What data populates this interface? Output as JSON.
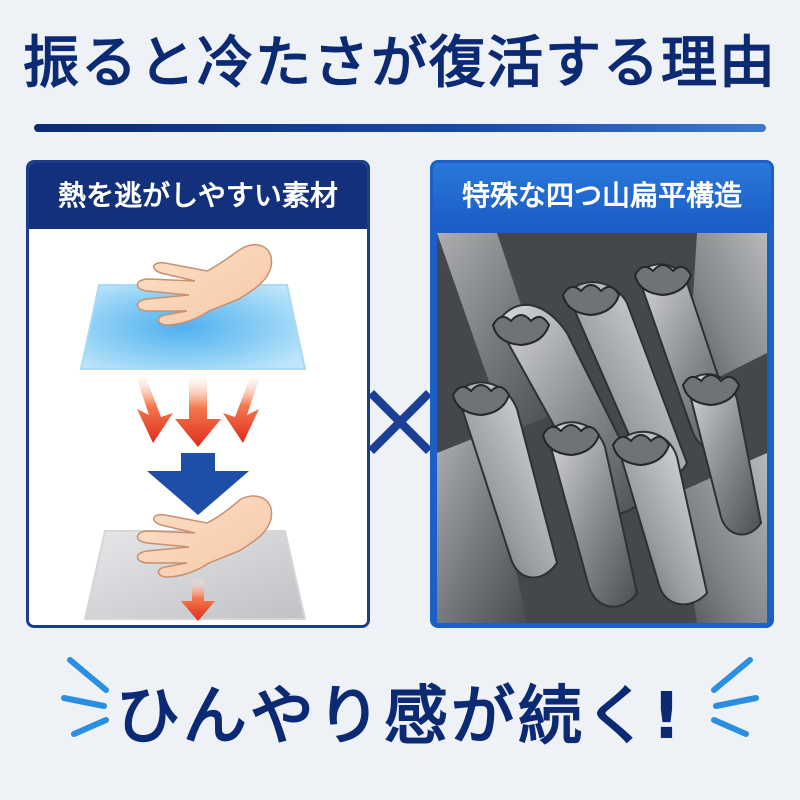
{
  "title": "振ると冷たさが復活する理由",
  "left_panel": {
    "heading": "熱を逃がしやすい素材"
  },
  "right_panel": {
    "heading": "特殊な四つ山扁平構造"
  },
  "bottom_text": "ひんやり感が続く!",
  "icons": {
    "multiply": "multiply-icon",
    "arrow": "heat-arrow-icon",
    "hand": "hand-icon"
  },
  "colors": {
    "navy": "#0b2a73",
    "blue": "#1b5fc8",
    "cool_sheet": "#7cc3ee",
    "gray_sheet": "#cfd1d4",
    "arrow_red": "#e8392b"
  }
}
